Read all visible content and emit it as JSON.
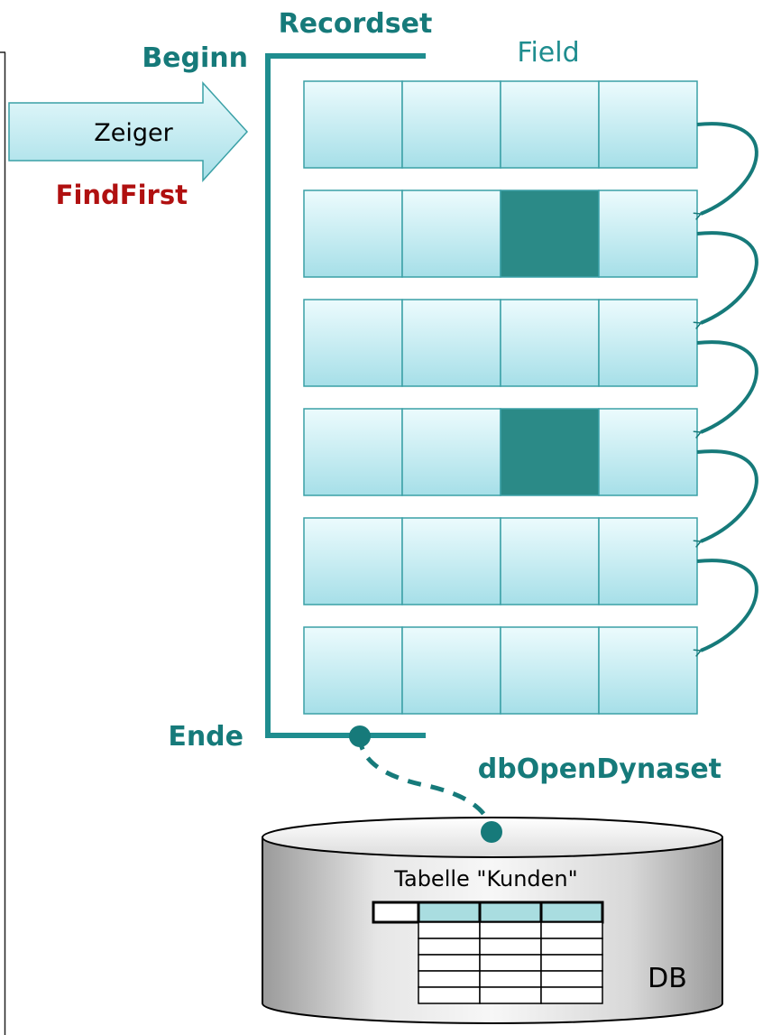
{
  "labels": {
    "recordset": "Recordset",
    "beginn": "Beginn",
    "field": "Field",
    "zeiger": "Zeiger",
    "findfirst": "FindFirst",
    "ende": "Ende",
    "dbopendynaset": "dbOpenDynaset",
    "tabelle": "Tabelle \"Kunden\"",
    "db": "DB"
  },
  "recordset": {
    "records": [
      {
        "highlighted_field": null
      },
      {
        "highlighted_field": 3
      },
      {
        "highlighted_field": null
      },
      {
        "highlighted_field": 3
      },
      {
        "highlighted_field": null
      },
      {
        "highlighted_field": null
      }
    ],
    "fields_per_record": 4
  },
  "db_table": {
    "header_cells": 4,
    "body_rows": 5,
    "body_cols": 3
  },
  "colors": {
    "teal": "#167a7a",
    "teal_dark": "#2b8a87",
    "findfirst_red": "#b01010",
    "cell_top": "#e8f9fb",
    "cell_bottom": "#a9e1ea",
    "cell_border": "#3aa0a6",
    "header_fill": "#a9dde0"
  }
}
